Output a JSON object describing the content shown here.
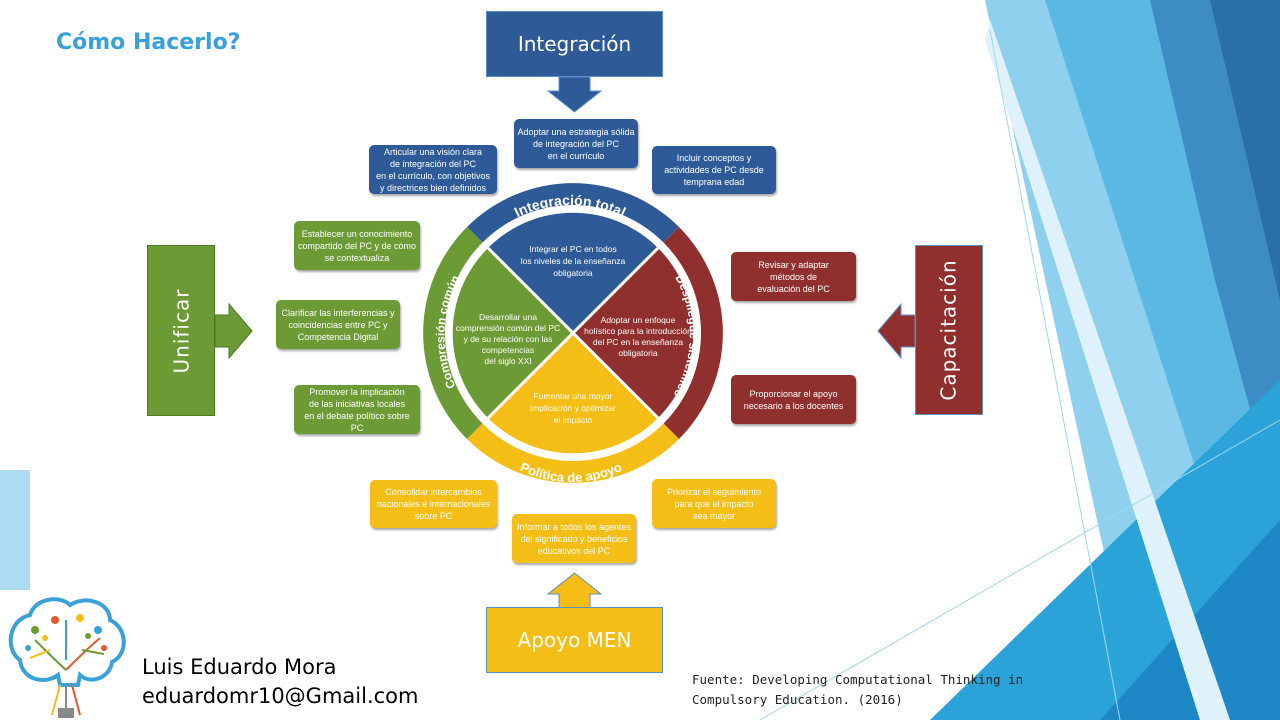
{
  "title": "Cómo Hacerlo?",
  "arrows": {
    "top": "Integración",
    "left": "Unificar",
    "right": "Capacitación",
    "bottom": "Apoyo MEN"
  },
  "wheel": {
    "ring_labels": {
      "top": "Integración total",
      "left": "Compresión común",
      "right": "Despliegue sistémico",
      "bottom": "Política de apoyo"
    },
    "quadrants": {
      "top": [
        "Integrar el PC en todos",
        "los niveles de la enseñanza",
        "obligatoria"
      ],
      "left": [
        "Desarrollar una",
        "comprensión común del PC",
        "y de su relación con las",
        "competencias",
        "del siglo XXI"
      ],
      "right": [
        "Adoptar un enfoque",
        "holístico para la introducción",
        "del PC en la enseñanza",
        "obligatoria"
      ],
      "bottom": [
        "Fomentar una mayor",
        "implicación y optimizar",
        "el impacto"
      ]
    }
  },
  "boxes": {
    "blue_top": [
      "Adoptar una estrategia sólida",
      "de integración del PC",
      "en el currículo"
    ],
    "blue_left": [
      "Articular una visión clara",
      "de integración del PC",
      "en el currículo, con objetivos",
      "y directrices bien definidos"
    ],
    "blue_right": [
      "Incluir conceptos y",
      "actividades de PC desde",
      "temprana edad"
    ],
    "green_1": [
      "Establecer un conocimiento",
      "compartido del PC y de cómo",
      "se contextualiza"
    ],
    "green_2": [
      "Clarificar las interferencias y",
      "coincidencias entre PC y",
      "Competencia Digital"
    ],
    "green_3": [
      "Promover la implicación",
      "de las iniciativas locales",
      "en el debate político sobre PC"
    ],
    "red_1": [
      "Revisar y adaptar",
      "métodos de",
      "evaluación del PC"
    ],
    "red_2": [
      "Proporcionar el apoyo",
      "necesario a los docentes"
    ],
    "yellow_left": [
      "Consolidar intercambios",
      "nacionales e internacionales",
      "sobre PC"
    ],
    "yellow_center": [
      "Informar a todos los agentes",
      "del significado y beneficios",
      "educativos del PC"
    ],
    "yellow_right": [
      "Priorizar el seguimiento",
      "para que el impacto",
      "sea mayor"
    ]
  },
  "author": {
    "name": "Luis Eduardo Mora",
    "email": "eduardomr10@Gmail.com"
  },
  "source": {
    "line1": "Fuente: Developing Computational Thinking in",
    "line2": "Compulsory Education. (2016)"
  },
  "colors": {
    "blue": "#2e5b97",
    "green": "#6c9a35",
    "red": "#8f2f2e",
    "yellow": "#f5be17",
    "title": "#3aa0d8"
  }
}
